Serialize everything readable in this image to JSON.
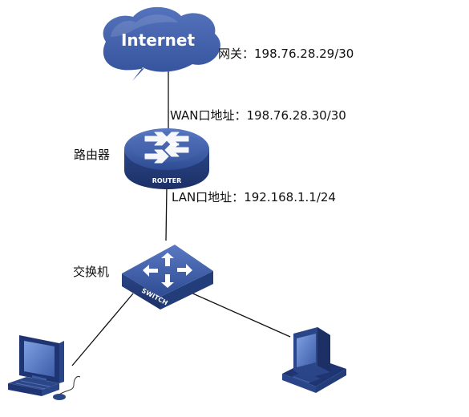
{
  "internet": {
    "label": "Internet"
  },
  "gateway": {
    "prefix": "网关：",
    "address": "198.76.28.29/30"
  },
  "router": {
    "name": "路由器",
    "badge": "ROUTER",
    "wan": {
      "prefix": "WAN口地址：",
      "address": "198.76.28.30/30"
    },
    "lan": {
      "prefix": "LAN口地址：",
      "address": "192.168.1.1/24"
    }
  },
  "switch": {
    "name": "交换机",
    "badge": "SWITCH"
  },
  "colors": {
    "cloud": "#3f5fa8",
    "router": "#2f4f96",
    "switch": "#2f4f96",
    "pc": "#2d4a91",
    "link": "#111111"
  }
}
